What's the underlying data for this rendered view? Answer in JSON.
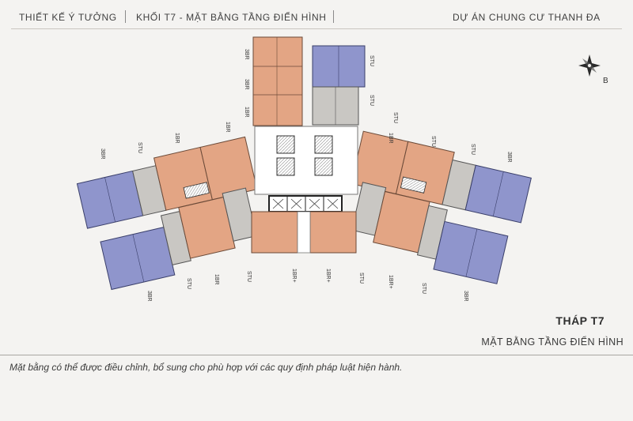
{
  "header": {
    "left_title": "THIẾT KẾ Ý TƯỞNG",
    "center_title": "KHỐI T7 - MẶT BẰNG TẦNG ĐIỂN HÌNH",
    "right_title": "DỰ ÁN CHUNG CƯ THANH ĐA"
  },
  "compass": {
    "direction_label": "B"
  },
  "unit_labels": {
    "top_3br_a": "3BR",
    "top_3br_b": "3BR",
    "top_1br_a": "1BR",
    "top_stu_a": "STU",
    "top_stu_b": "STU",
    "left_1br_top": "1BR",
    "left_1br_mid": "1BR",
    "left_stu_top": "STU",
    "left_3br_top": "3BR",
    "right_stu_top": "STU",
    "right_1br_top": "1BR",
    "right_stu_top2": "STU",
    "right_stu_top3": "STU",
    "right_3br_top": "3BR",
    "bot_stu_1": "STU",
    "bot_1br_1": "1BR",
    "bot_stu_2": "STU",
    "bot_1brp_1": "1BR+",
    "bot_1brp_2": "1BR+",
    "bot_stu_3": "STU",
    "bot_1brp_3": "1BR+",
    "bot_stu_4": "STU",
    "bot_3br_left": "3BR",
    "bot_3br_right": "3BR"
  },
  "tower": {
    "title": "THÁP T7",
    "subtitle": "MẶT BẰNG TẦNG ĐIỂN HÌNH"
  },
  "footnote": "Mặt bằng có thể được điều chỉnh, bổ sung cho phù hợp với các quy định pháp luật hiện hành.",
  "colors": {
    "three_br": "#8f95cc",
    "one_br": "#e3a584",
    "studio": "#c9c7c3",
    "core": "#ffffff",
    "background": "#f4f3f1"
  }
}
